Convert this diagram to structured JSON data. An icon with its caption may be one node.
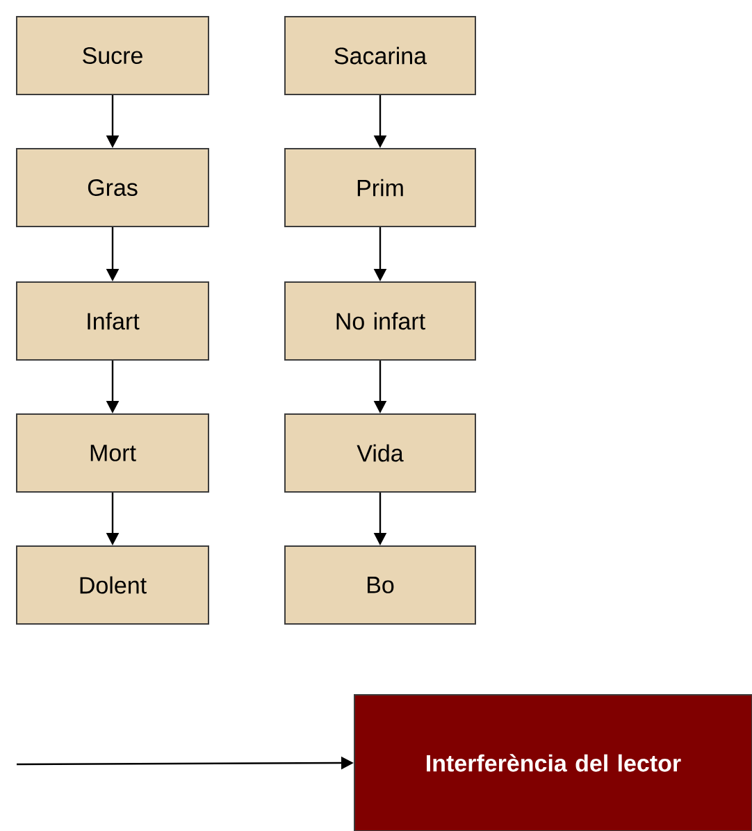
{
  "diagram": {
    "nodes": [
      {
        "text": [
          "Sucre"
        ]
      },
      {
        "text": [
          "Gras"
        ]
      },
      {
        "text": [
          "Infart"
        ]
      },
      {
        "text": [
          "Mort"
        ]
      },
      {
        "text": [
          "Dolent"
        ]
      },
      {
        "text": [
          "Sacarina"
        ]
      },
      {
        "text": [
          "Prim"
        ]
      },
      {
        "text": [
          "No infart"
        ]
      },
      {
        "text": [
          "Vida"
        ]
      },
      {
        "text": [
          "Bo"
        ]
      },
      {
        "text": [
          "Interferència del lector"
        ]
      }
    ],
    "edges": [
      {
        "from": 0,
        "to": 1,
        "arrow": "to"
      },
      {
        "from": 1,
        "to": 2,
        "arrow": "to"
      },
      {
        "from": 2,
        "to": 3,
        "arrow": "to"
      },
      {
        "from": 3,
        "to": 4,
        "arrow": "to"
      },
      {
        "from": 5,
        "to": 6,
        "arrow": "to"
      },
      {
        "from": 6,
        "to": 7,
        "arrow": "to"
      },
      {
        "from": 7,
        "to": 8,
        "arrow": "to"
      },
      {
        "from": 8,
        "to": 9,
        "arrow": "to"
      },
      {
        "from": null,
        "to": 10,
        "arrow": "to"
      }
    ]
  }
}
